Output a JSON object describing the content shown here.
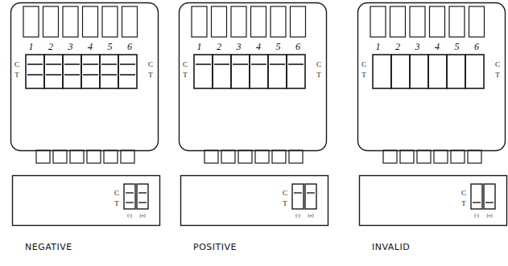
{
  "diagram": {
    "labels": [
      "1",
      "2",
      "3",
      "4",
      "5",
      "6",
      "C",
      "T",
      "C",
      "T",
      "C",
      "T",
      "(-)",
      "(+)",
      "NEGATIVE",
      "1",
      "2",
      "3",
      "4",
      "5",
      "6",
      "C",
      "T",
      "C",
      "T",
      "C",
      "T",
      "(-)",
      "(+)",
      "POSITIVE",
      "1",
      "2",
      "3",
      "4",
      "5",
      "6",
      "C",
      "T",
      "C",
      "T",
      "C",
      "T",
      "(-)",
      "(+)",
      "INVALID"
    ]
  }
}
